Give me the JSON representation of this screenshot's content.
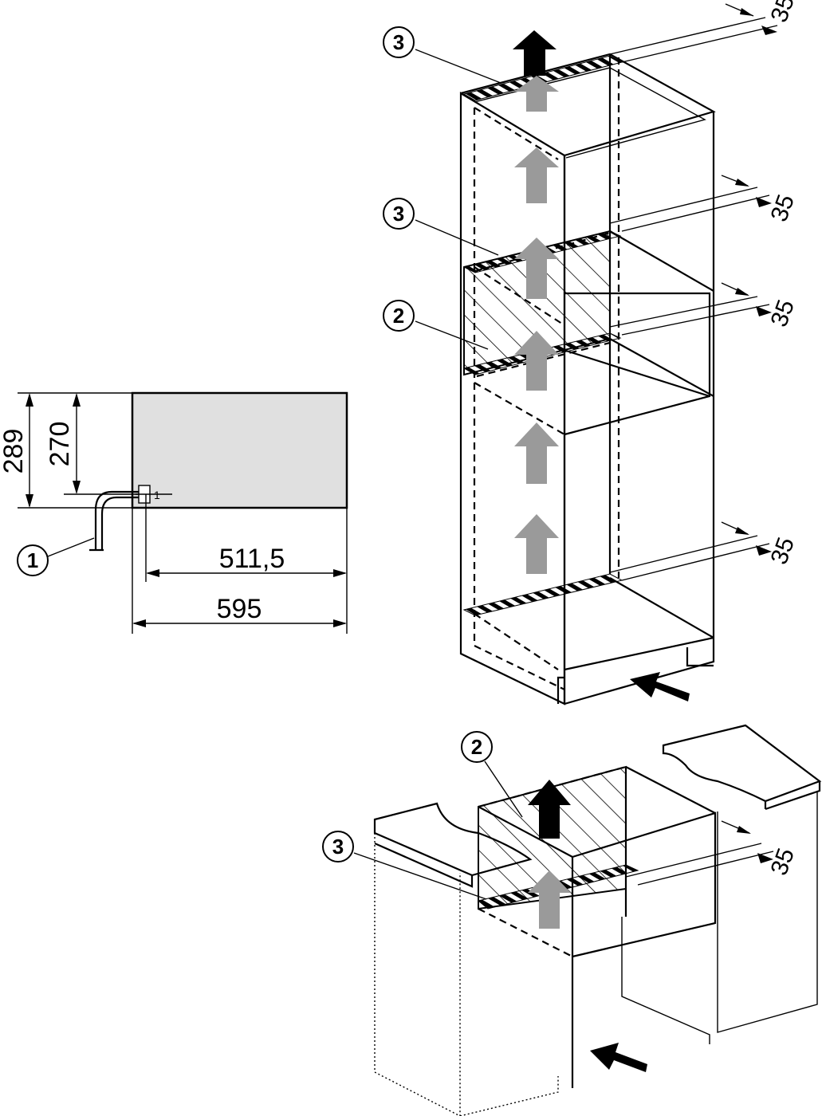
{
  "dimensions": {
    "height_total": "289",
    "height_inner": "270",
    "depth_inner": "511,5",
    "depth_total": "595",
    "gap_1": "35",
    "gap_2": "35",
    "gap_3": "35",
    "gap_4": "35",
    "gap_5": "35",
    "connection_mark": "1"
  },
  "callouts": {
    "c1": "1",
    "c2_upper": "2",
    "c3_top": "3",
    "c3_mid": "3",
    "c2_lower": "2",
    "c3_lower": "3"
  },
  "colors": {
    "appliance_fill": "#e0e0e0",
    "airflow_light": "#9a9a9a",
    "airflow_dark": "#000000",
    "line": "#000000"
  }
}
